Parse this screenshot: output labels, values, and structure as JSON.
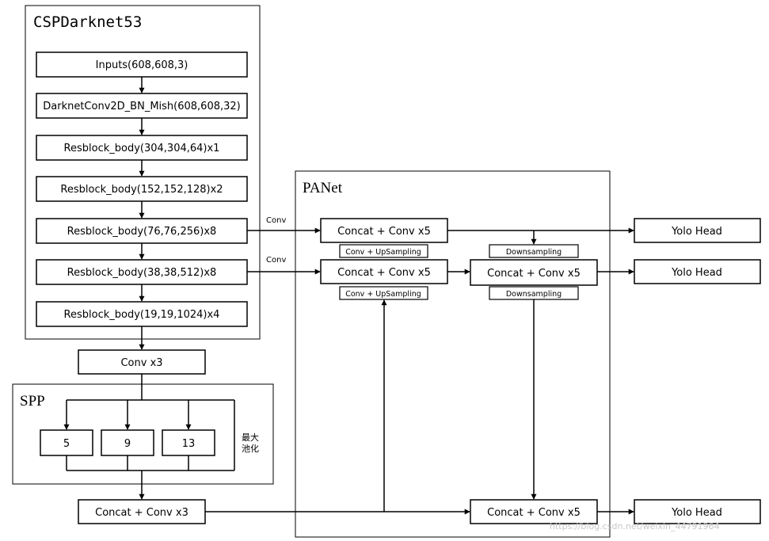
{
  "groups": {
    "backbone": "CSPDarknet53",
    "spp": "SPP",
    "panet": "PANet"
  },
  "backbone_blocks": [
    "Inputs(608,608,3)",
    "DarknetConv2D_BN_Mish(608,608,32)",
    "Resblock_body(304,304,64)x1",
    "Resblock_body(152,152,128)x2",
    "Resblock_body(76,76,256)x8",
    "Resblock_body(38,38,512)x8",
    "Resblock_body(19,19,1024)x4"
  ],
  "conv_x3": "Conv x3",
  "spp_pools": [
    "5",
    "9",
    "13"
  ],
  "spp_note": [
    "最大",
    "池化"
  ],
  "concat_conv_x3": "Concat + Conv x3",
  "concat_conv_x5": "Concat + Conv x5",
  "conv_upsampling": "Conv + UpSampling",
  "downsampling": "Downsampling",
  "conv_edge": "Conv",
  "yolo_head": "Yolo Head",
  "watermark": "https://blog.csdn.net/weixin_44791964"
}
